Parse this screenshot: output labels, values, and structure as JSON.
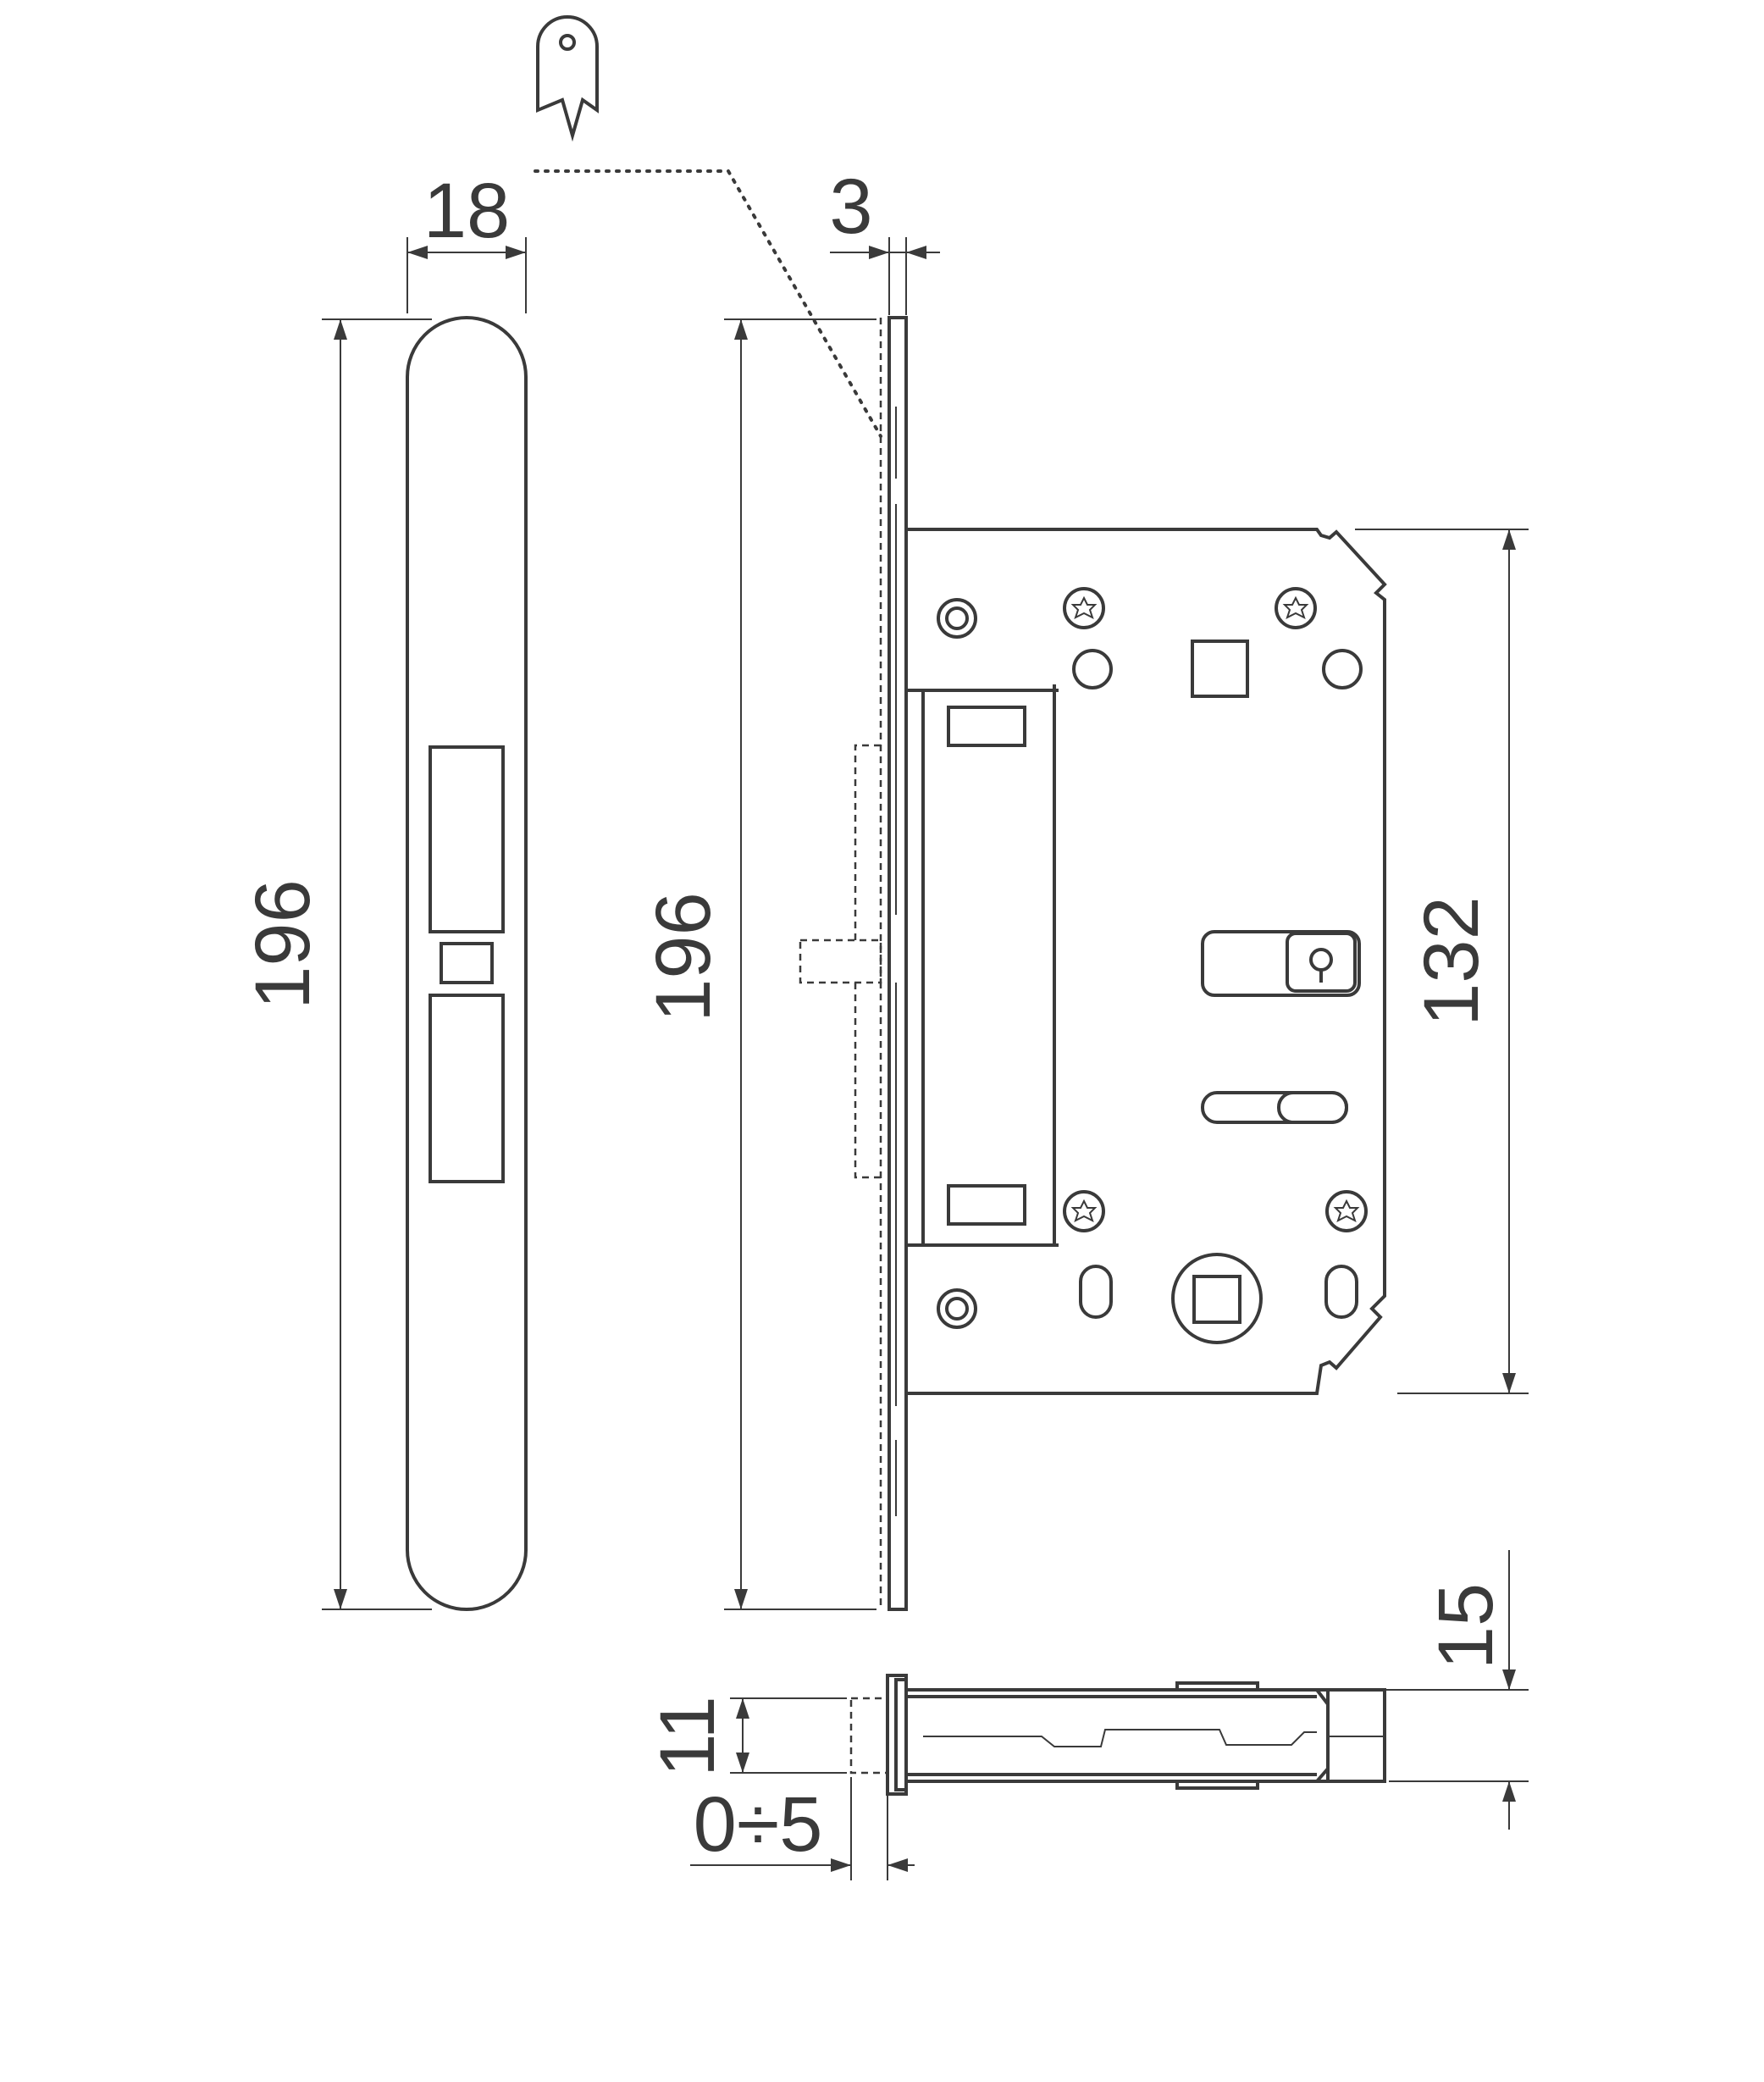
{
  "dimensions": {
    "faceplate_width": "18",
    "faceplate_thickness": "3",
    "faceplate_height_front": "196",
    "faceplate_height_side": "196",
    "case_height": "132",
    "latch_width": "15",
    "latch_height": "11",
    "latch_adjustment": "0÷5"
  },
  "icons": {
    "marker": "door-tag-icon"
  },
  "colors": {
    "line": "#3a3a3a",
    "background": "#ffffff"
  }
}
